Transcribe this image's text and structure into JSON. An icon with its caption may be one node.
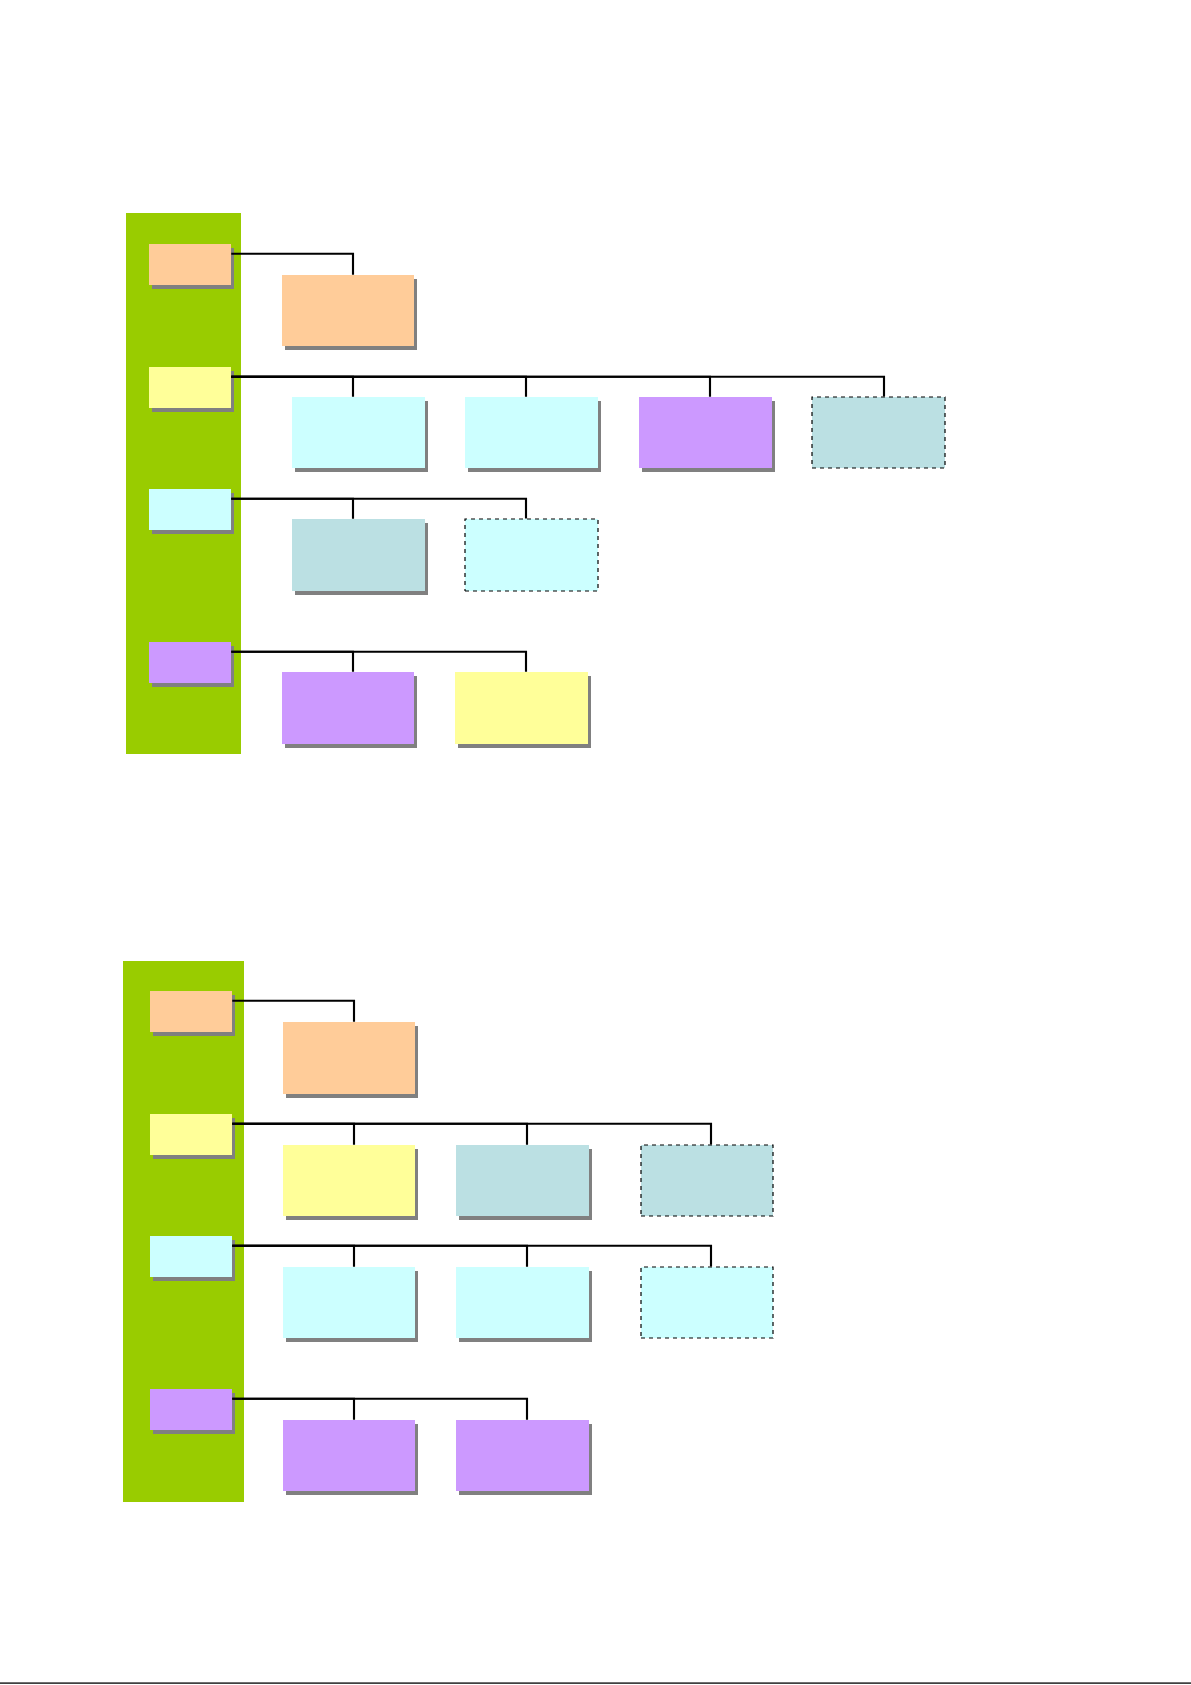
{
  "diagram": {
    "nodes": [
      {
        "text": [],
        "shape": "box"
      },
      {
        "text": [],
        "shape": "box",
        "in": 0
      },
      {
        "text": [],
        "shape": "box",
        "in": 0
      },
      {
        "text": [],
        "shape": "box",
        "in": 0
      },
      {
        "text": [],
        "shape": "box",
        "in": 0
      },
      {
        "text": [],
        "shape": "box"
      },
      {
        "text": [],
        "shape": "box"
      },
      {
        "text": [],
        "shape": "box"
      },
      {
        "text": [],
        "shape": "box"
      },
      {
        "text": [],
        "shape": "box"
      },
      {
        "text": [],
        "shape": "box"
      },
      {
        "text": [],
        "shape": "box"
      },
      {
        "text": [],
        "shape": "box"
      },
      {
        "text": [],
        "shape": "box"
      },
      {
        "text": [],
        "shape": "box"
      },
      {
        "text": [],
        "shape": "box",
        "in": 14
      },
      {
        "text": [],
        "shape": "box",
        "in": 14
      },
      {
        "text": [],
        "shape": "box",
        "in": 14
      },
      {
        "text": [],
        "shape": "box",
        "in": 14
      },
      {
        "text": [],
        "shape": "box"
      },
      {
        "text": [],
        "shape": "box"
      },
      {
        "text": [],
        "shape": "box"
      },
      {
        "text": [],
        "shape": "box"
      },
      {
        "text": [],
        "shape": "box"
      },
      {
        "text": [],
        "shape": "box"
      },
      {
        "text": [],
        "shape": "box"
      },
      {
        "text": [],
        "shape": "box"
      },
      {
        "text": [],
        "shape": "box"
      }
    ],
    "edges": [
      {
        "from": 1,
        "to": 5,
        "arrow": "none"
      },
      {
        "from": 2,
        "to": 6,
        "arrow": "none"
      },
      {
        "from": 2,
        "to": 7,
        "arrow": "none"
      },
      {
        "from": 2,
        "to": 8,
        "arrow": "none"
      },
      {
        "from": 2,
        "to": 9,
        "arrow": "none"
      },
      {
        "from": 3,
        "to": 10,
        "arrow": "none"
      },
      {
        "from": 3,
        "to": 11,
        "arrow": "none"
      },
      {
        "from": 4,
        "to": 12,
        "arrow": "none"
      },
      {
        "from": 4,
        "to": 13,
        "arrow": "none"
      },
      {
        "from": 15,
        "to": 19,
        "arrow": "none"
      },
      {
        "from": 16,
        "to": 20,
        "arrow": "none"
      },
      {
        "from": 16,
        "to": 21,
        "arrow": "none"
      },
      {
        "from": 16,
        "to": 22,
        "arrow": "none"
      },
      {
        "from": 17,
        "to": 23,
        "arrow": "none"
      },
      {
        "from": 17,
        "to": 24,
        "arrow": "none"
      },
      {
        "from": 17,
        "to": 25,
        "arrow": "none"
      },
      {
        "from": 18,
        "to": 26,
        "arrow": "none"
      },
      {
        "from": 18,
        "to": 27,
        "arrow": "none"
      }
    ]
  }
}
